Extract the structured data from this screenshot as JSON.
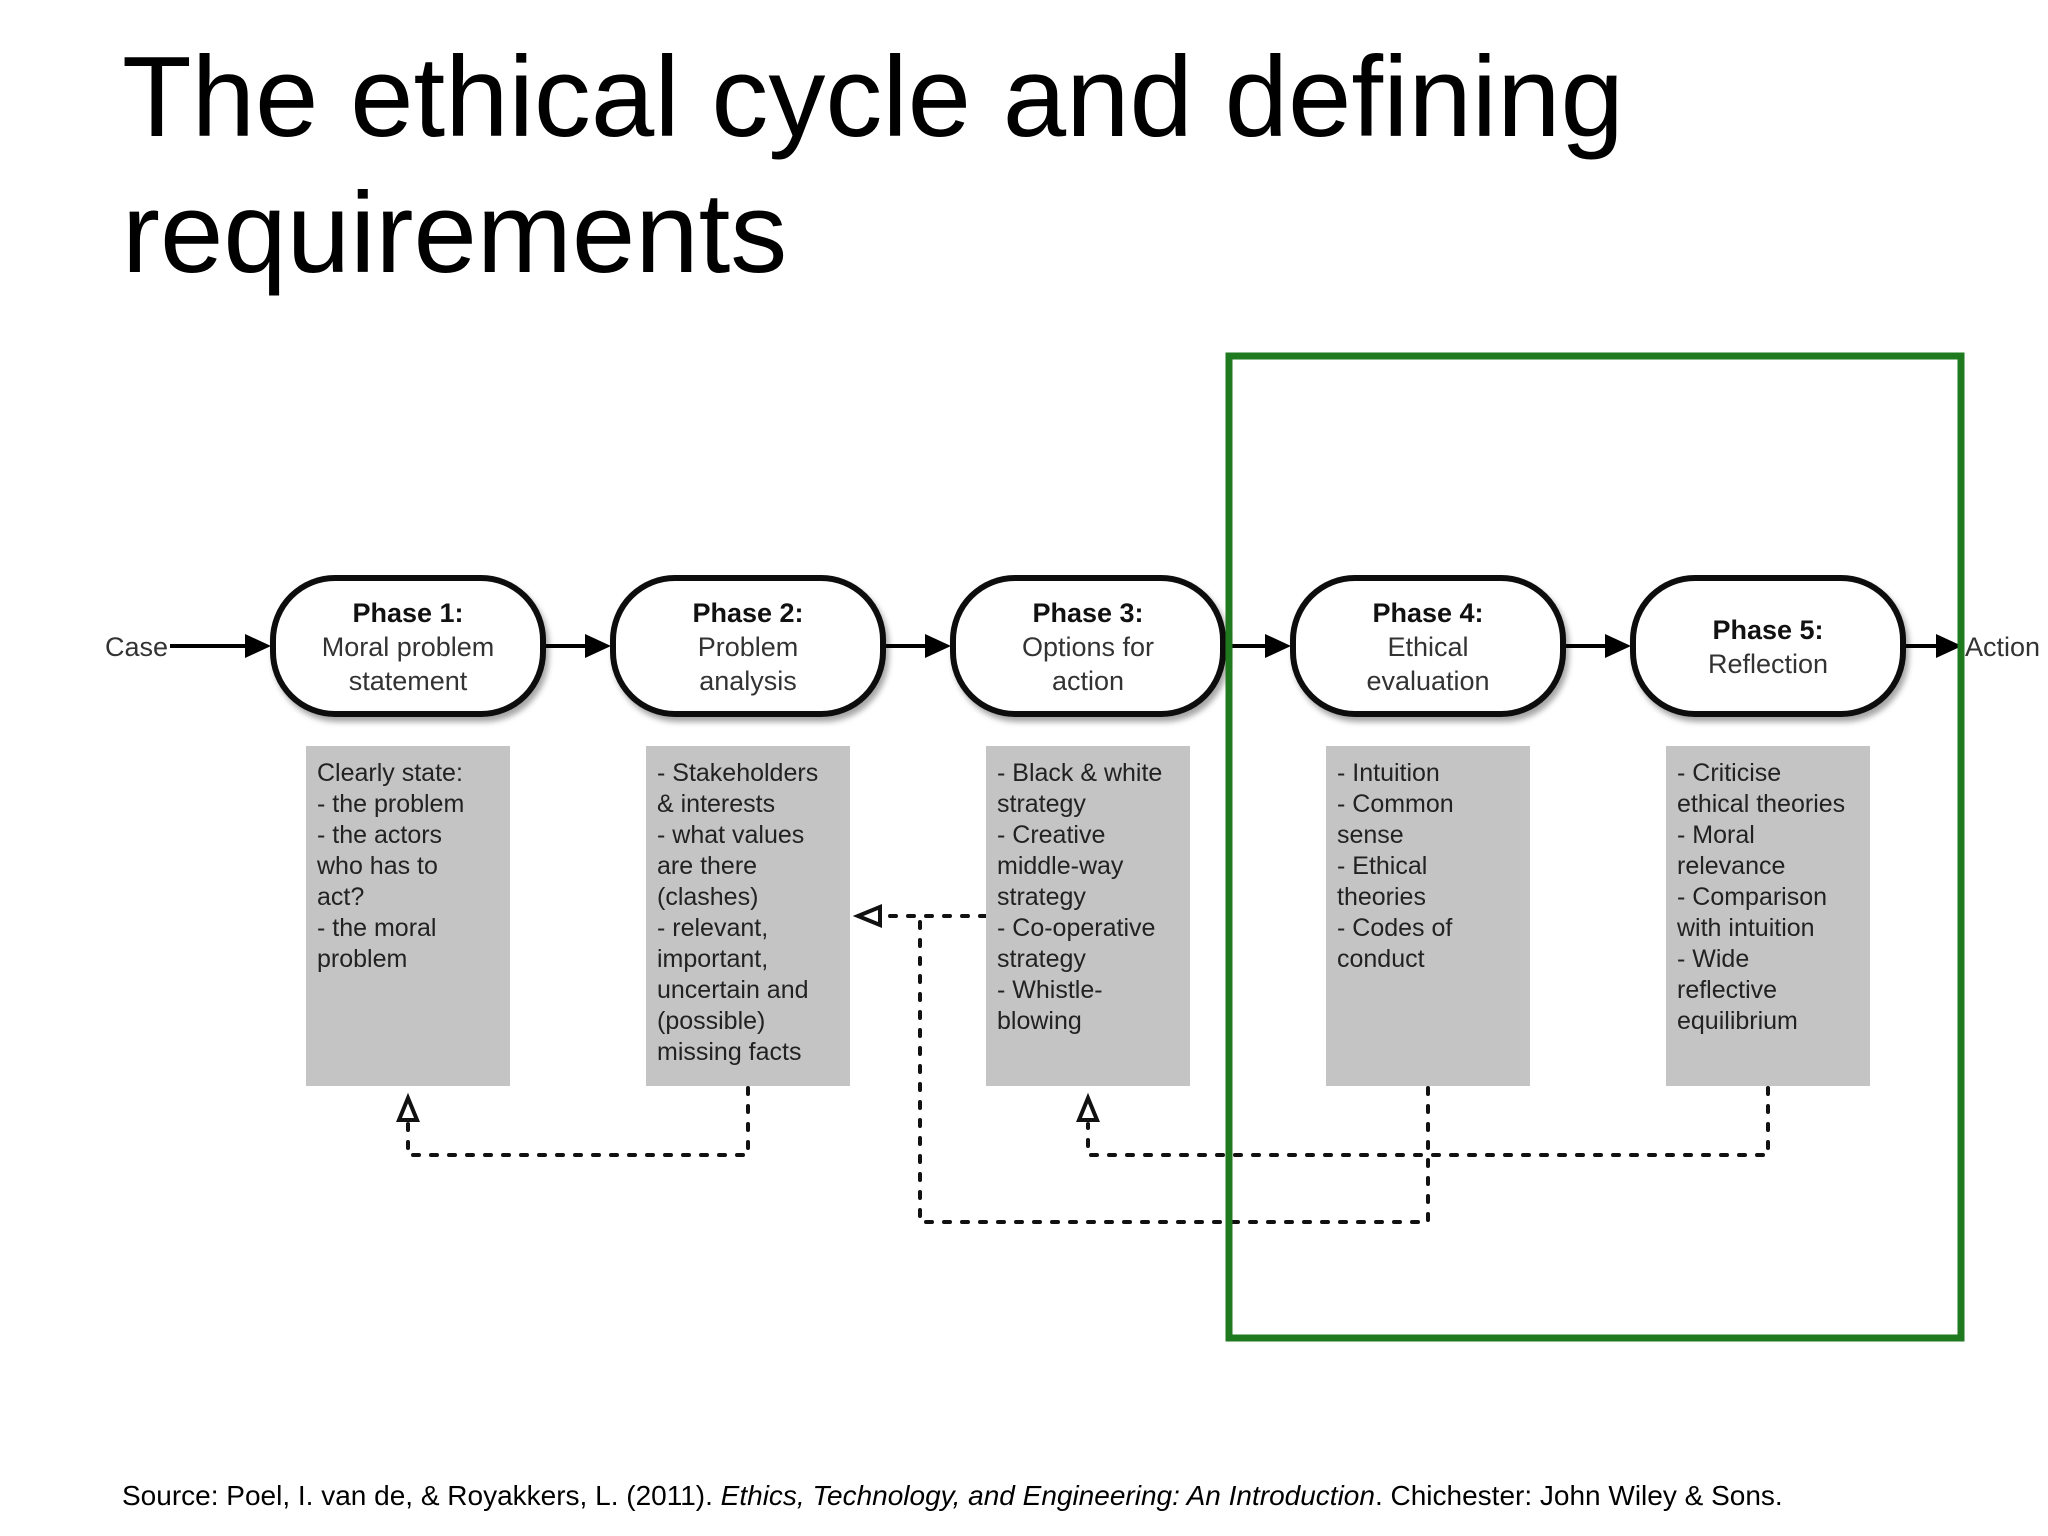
{
  "slide": {
    "title": "The ethical cycle and defining requirements"
  },
  "diagram": {
    "input_label": "Case",
    "output_label": "Action",
    "highlight_color": "#1f7a1f",
    "phases": [
      {
        "name": "Phase 1:",
        "subtitle": [
          "Moral problem",
          "statement"
        ],
        "details": [
          "Clearly state:",
          "- the problem",
          "- the actors",
          "who has to",
          "act?",
          "- the moral",
          "problem"
        ]
      },
      {
        "name": "Phase 2:",
        "subtitle": [
          "Problem",
          "analysis"
        ],
        "details": [
          "- Stakeholders",
          "& interests",
          "- what values",
          "are there",
          "(clashes)",
          "- relevant,",
          "important,",
          "uncertain and",
          "(possible)",
          "missing facts"
        ]
      },
      {
        "name": "Phase 3:",
        "subtitle": [
          "Options for",
          "action"
        ],
        "details": [
          "- Black & white",
          "strategy",
          "- Creative",
          "middle-way",
          "strategy",
          "- Co-operative",
          "strategy",
          "- Whistle-",
          "blowing"
        ]
      },
      {
        "name": "Phase 4:",
        "subtitle": [
          "Ethical",
          "evaluation"
        ],
        "details": [
          "- Intuition",
          "- Common",
          "sense",
          "- Ethical",
          "theories",
          "- Codes of",
          "conduct"
        ]
      },
      {
        "name": "Phase 5:",
        "subtitle": [
          "Reflection"
        ],
        "details": [
          "- Criticise",
          "ethical theories",
          "- Moral",
          "relevance",
          "- Comparison",
          "with intuition",
          "- Wide",
          "reflective",
          "equilibrium"
        ]
      }
    ]
  },
  "source": {
    "prefix": "Source: Poel, I. van de, & Royakkers, L. (2011). ",
    "book_title": "Ethics, Technology, and Engineering: An Introduction",
    "suffix": ". Chichester: John Wiley & Sons."
  }
}
